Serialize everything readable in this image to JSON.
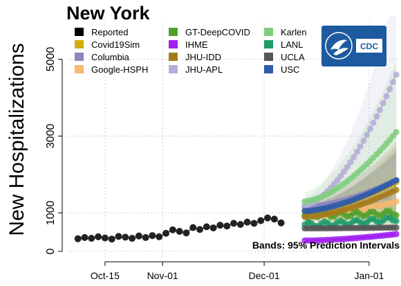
{
  "chart_data": {
    "type": "line",
    "title": "New York",
    "ylabel": "New Hospitalizations",
    "xlabel": "",
    "ylim": [
      0,
      6000
    ],
    "yticks": [
      0,
      1000,
      3000,
      5000
    ],
    "xticks": [
      {
        "date": "2020-10-15",
        "label": "Oct-15"
      },
      {
        "date": "2020-11-01",
        "label": "Nov-01"
      },
      {
        "date": "2020-12-01",
        "label": "Dec-01"
      },
      {
        "date": "2021-01-01",
        "label": "Jan-01"
      }
    ],
    "xlim": [
      "2020-10-04",
      "2021-01-10"
    ],
    "grid": true,
    "legend_position": "top-left",
    "annotation": "Bands: 95% Prediction Intervals",
    "logo": {
      "text": "CDC",
      "background": "#1d5aa0"
    },
    "reported": {
      "name": "Reported",
      "color": "#000000",
      "dates": [
        "2020-10-07",
        "2020-10-09",
        "2020-10-11",
        "2020-10-13",
        "2020-10-15",
        "2020-10-17",
        "2020-10-19",
        "2020-10-21",
        "2020-10-23",
        "2020-10-25",
        "2020-10-27",
        "2020-10-29",
        "2020-10-31",
        "2020-11-02",
        "2020-11-04",
        "2020-11-06",
        "2020-11-08",
        "2020-11-10",
        "2020-11-12",
        "2020-11-14",
        "2020-11-16",
        "2020-11-18",
        "2020-11-20",
        "2020-11-22",
        "2020-11-24",
        "2020-11-26",
        "2020-11-28",
        "2020-11-30",
        "2020-12-02",
        "2020-12-04",
        "2020-12-06"
      ],
      "values": [
        330,
        360,
        340,
        380,
        350,
        320,
        390,
        370,
        340,
        400,
        360,
        410,
        380,
        470,
        560,
        520,
        480,
        620,
        570,
        640,
        610,
        680,
        660,
        730,
        700,
        760,
        730,
        800,
        870,
        840,
        740
      ]
    },
    "forecast_start": "2020-12-13",
    "forecast_end": "2021-01-09",
    "series": [
      {
        "name": "Covid19Sim",
        "color": "#d4ac0d",
        "start": 1050,
        "end": 1800,
        "band": [
          0.5,
          1.6
        ]
      },
      {
        "name": "Columbia",
        "color": "#8b85c0",
        "start": 1150,
        "end": 1850,
        "band": [
          0.6,
          1.5
        ]
      },
      {
        "name": "Google-HSPH",
        "color": "#f5b971",
        "start": 900,
        "end": 1300,
        "band": [
          0.5,
          2.0
        ]
      },
      {
        "name": "GT-DeepCOVID",
        "color": "#52a02b",
        "start": 950,
        "end": 1000,
        "band": [
          0.7,
          1.4
        ]
      },
      {
        "name": "IHME",
        "color": "#a020f0",
        "start": 280,
        "end": 450,
        "band": [
          0.9,
          1.2
        ]
      },
      {
        "name": "JHU-IDD",
        "color": "#a67c1b",
        "start": 900,
        "end": 1600,
        "band": [
          0.6,
          1.7
        ]
      },
      {
        "name": "JHU-APL",
        "color": "#b4aed6",
        "start": 1200,
        "end": 4600,
        "band": [
          0.5,
          1.5
        ]
      },
      {
        "name": "Karlen",
        "color": "#7fce7f",
        "start": 1300,
        "end": 3100,
        "band": [
          0.5,
          1.6
        ]
      },
      {
        "name": "LANL",
        "color": "#1f9a6a",
        "start": 700,
        "end": 850,
        "band": [
          0.7,
          1.4
        ]
      },
      {
        "name": "UCLA",
        "color": "#555555",
        "start": 600,
        "end": 620,
        "band": [
          0.9,
          1.1
        ]
      },
      {
        "name": "USC",
        "color": "#2e5aa8",
        "start": 1050,
        "end": 1850,
        "band": [
          0.7,
          1.4
        ]
      }
    ]
  }
}
